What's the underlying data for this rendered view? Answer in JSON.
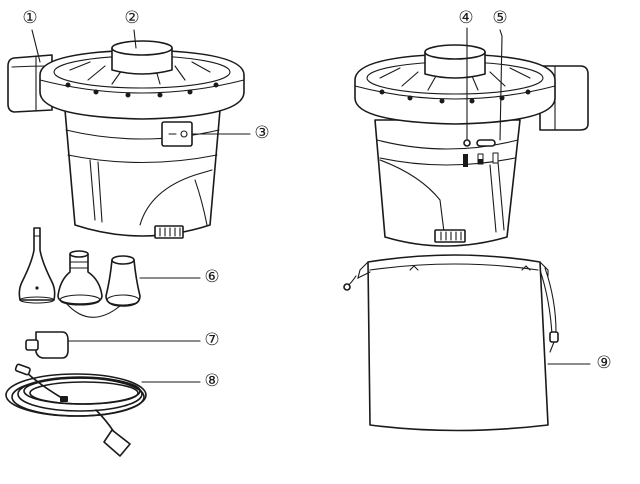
{
  "callouts": [
    {
      "id": "1",
      "label": "①"
    },
    {
      "id": "2",
      "label": "②"
    },
    {
      "id": "3",
      "label": "③"
    },
    {
      "id": "4",
      "label": "④"
    },
    {
      "id": "5",
      "label": "⑤"
    },
    {
      "id": "6",
      "label": "⑥"
    },
    {
      "id": "7",
      "label": "⑦"
    },
    {
      "id": "8",
      "label": "⑧"
    },
    {
      "id": "9",
      "label": "⑨"
    }
  ],
  "colors": {
    "line": "#1a1a1a",
    "background": "#ffffff"
  },
  "icons": [
    "air-pump-front",
    "air-pump-back",
    "nozzle-set",
    "usb-c-adapter",
    "usb-cable",
    "storage-bag"
  ]
}
